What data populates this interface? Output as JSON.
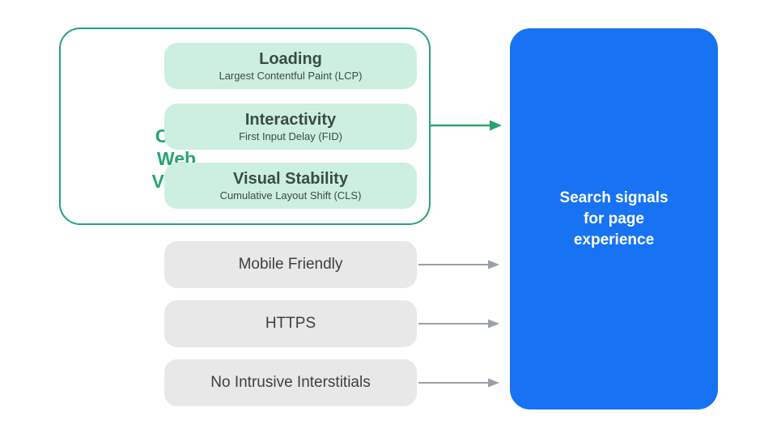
{
  "colors": {
    "green": "#27A56F",
    "green_light": "#CDEFDF",
    "blue": "#1773F3",
    "gray_box": "#E8E8E8",
    "arrow_gray": "#9AA0A6",
    "text_dark": "#394B48",
    "text_gray": "#3C4043"
  },
  "core_web_vitals": {
    "label": "Core\nWeb\nVitals",
    "items": [
      {
        "title": "Loading",
        "subtitle": "Largest Contentful Paint (LCP)"
      },
      {
        "title": "Interactivity",
        "subtitle": "First Input Delay (FID)"
      },
      {
        "title": "Visual Stability",
        "subtitle": "Cumulative Layout Shift (CLS)"
      }
    ]
  },
  "other_signals": {
    "items": [
      {
        "label": "Mobile Friendly"
      },
      {
        "label": "HTTPS"
      },
      {
        "label": "No Intrusive Interstitials"
      }
    ]
  },
  "result": {
    "label": "Search signals\nfor page\nexperience"
  }
}
